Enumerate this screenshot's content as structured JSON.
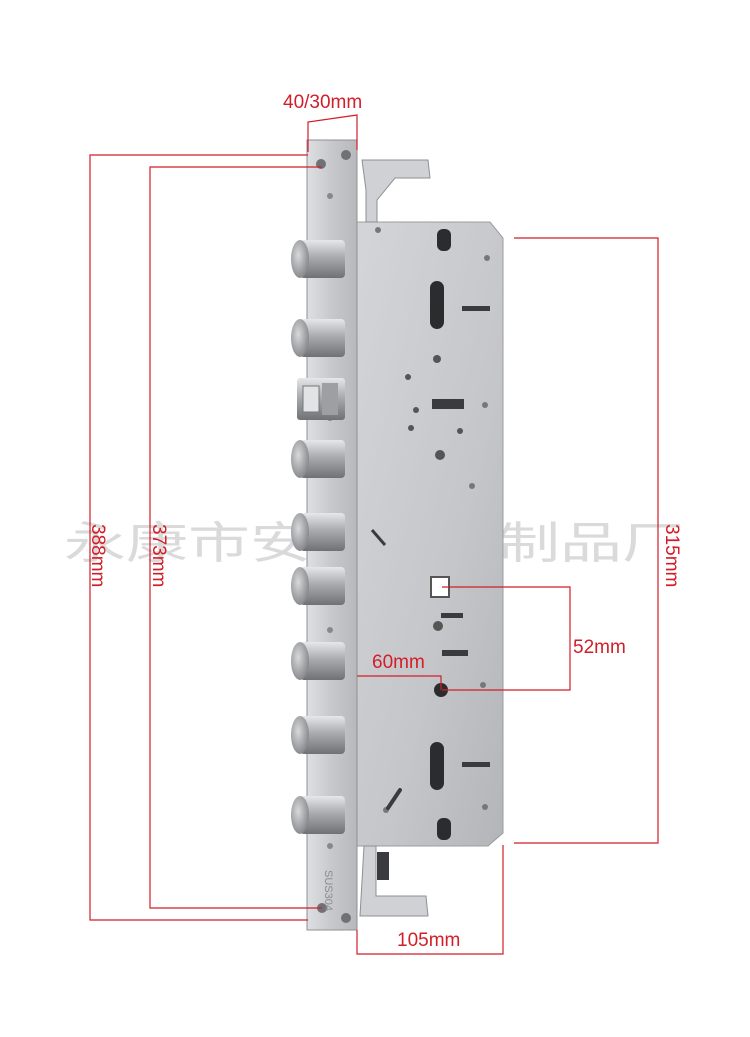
{
  "image": {
    "description_free": true
  },
  "dimensions": {
    "top_width": "40/30mm",
    "total_height": "388mm",
    "hole_spacing": "373mm",
    "body_height": "315mm",
    "center_distance": "52mm",
    "backset": "60mm",
    "body_width": "105mm"
  },
  "watermark": "永康市安旭五金制品厂",
  "stamp": "SUS304",
  "colors": {
    "dimension_lines": "#d21e28",
    "steel": "#c9cacd",
    "steel_dark": "#8e9094"
  }
}
